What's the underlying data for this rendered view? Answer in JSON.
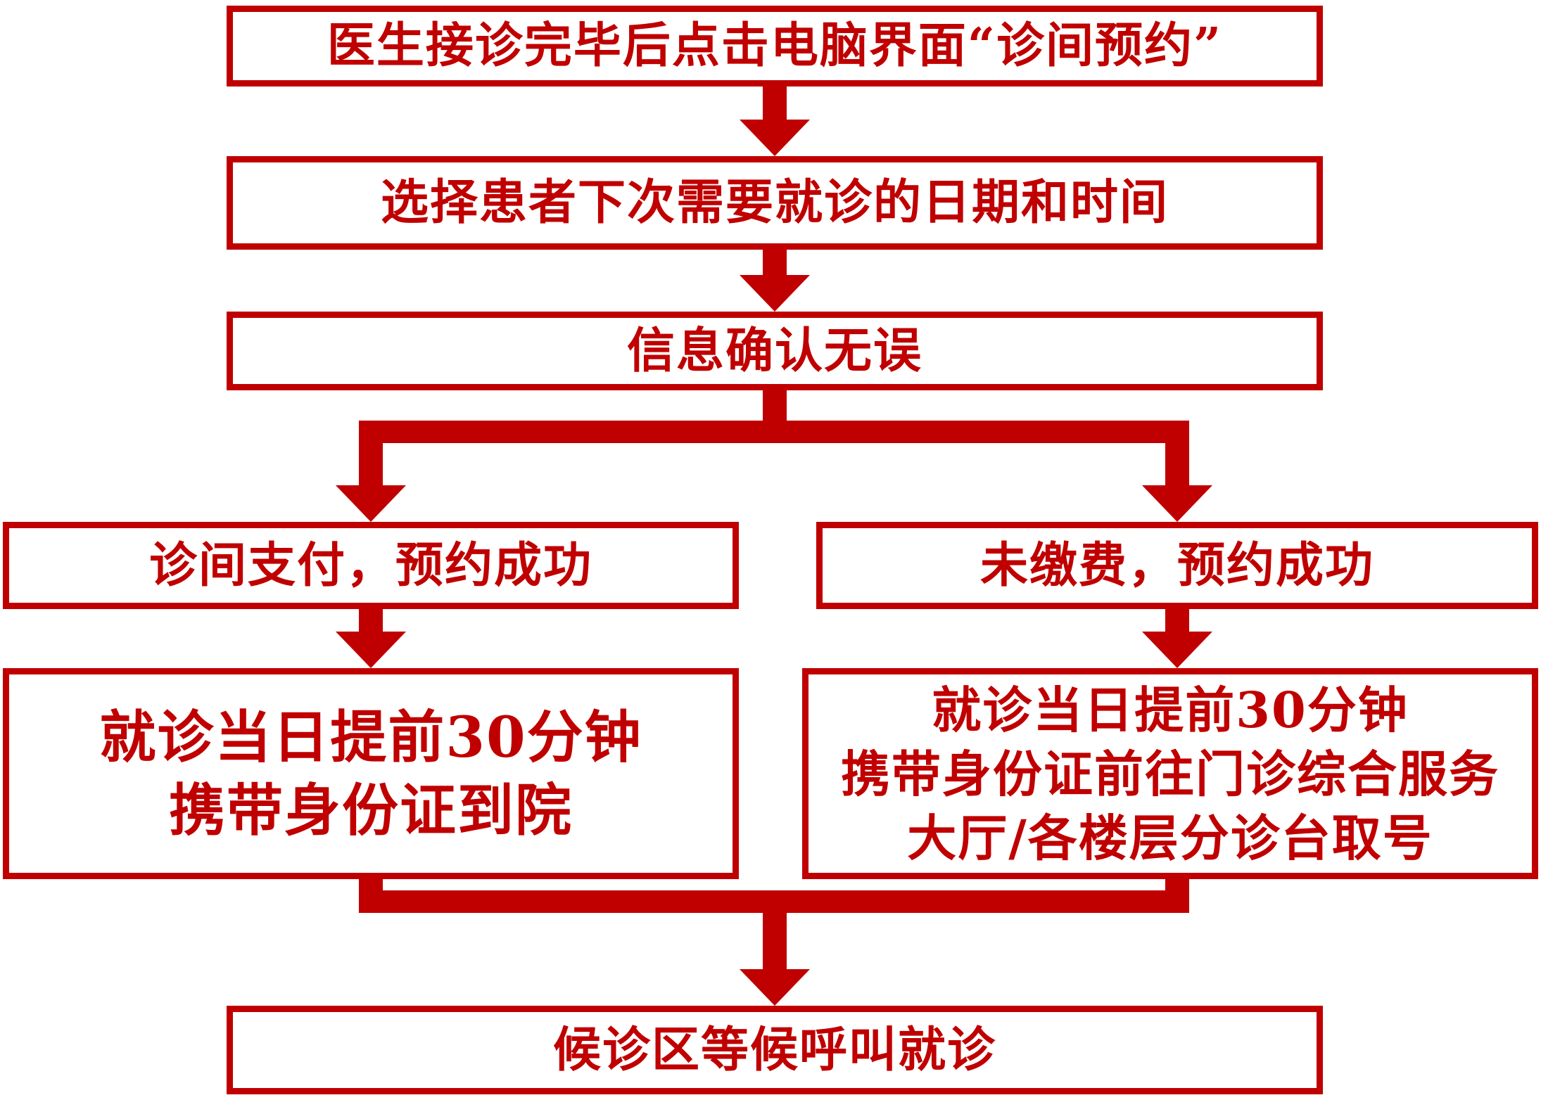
{
  "diagram": {
    "type": "flowchart",
    "accent_color": "#C00000",
    "background_color": "#FFFFFF",
    "nodes": {
      "step1": "医生接诊完毕后点击电脑界面“诊间预约”",
      "step2": "选择患者下次需要就诊的日期和时间",
      "step3": "信息确认无误",
      "branch_left": "诊间支付，预约成功",
      "branch_right": "未缴费，预约成功",
      "detail_left": [
        "就诊当日提前30分钟",
        "携带身份证到院"
      ],
      "detail_right": [
        "就诊当日提前30分钟",
        "携带身份证前往门诊综合服务",
        "大厅/各楼层分诊台取号"
      ],
      "final": "候诊区等候呼叫就诊"
    },
    "edges": [
      "step1 -> step2",
      "step2 -> step3",
      "step3 -> branch_left",
      "step3 -> branch_right",
      "branch_left -> detail_left",
      "branch_right -> detail_right",
      "detail_left -> final",
      "detail_right -> final"
    ]
  }
}
